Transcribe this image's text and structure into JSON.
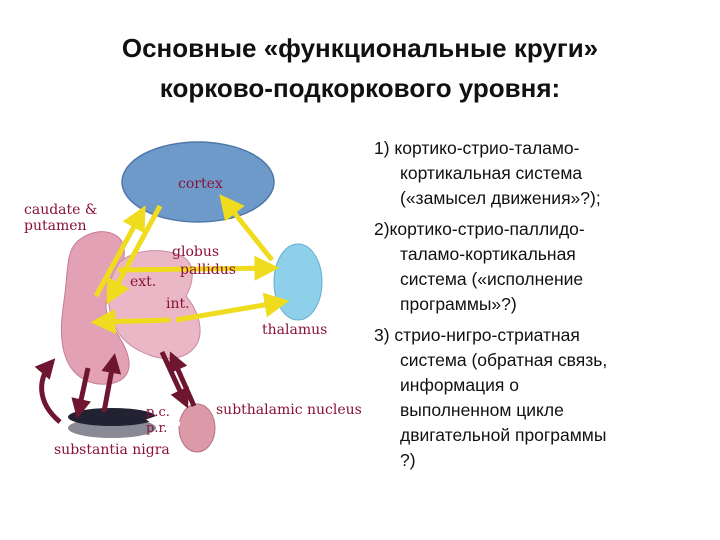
{
  "title": {
    "line1": "Основные «функциональные круги»",
    "line2": "корково-подкоркового уровня:"
  },
  "list": [
    {
      "lines": [
        "1) кортико-стрио-таламо-",
        "кортикальная система",
        "(«замысел движения»?);"
      ]
    },
    {
      "lines": [
        "2)кортико-стрио-паллидо-",
        "таламо-кортикальная",
        "система («исполнение",
        "программы»?)"
      ]
    },
    {
      "lines": [
        "3) стрио-нигро-стриатная",
        "система (обратная связь,",
        "информация о",
        "выполненном цикле",
        "двигательной программы",
        "?)"
      ]
    }
  ],
  "diagram": {
    "labels": {
      "cortex": "cortex",
      "caudate": "caudate &",
      "putamen": "putamen",
      "globus": "globus",
      "pallidus": "pallidus",
      "ext": "ext.",
      "int": "int.",
      "thalamus": "thalamus",
      "pc": "p.c.",
      "pr": "p.r.",
      "subthalamic": "subthalamic nucleus",
      "substantia": "substantia nigra"
    },
    "colors": {
      "cortex": "#6e9ac9",
      "striatum": "#e2a1b4",
      "pallidus": "#eab7c6",
      "thalamus": "#8ed0ea",
      "subthalamic": "#dc9aa8",
      "nigra_top": "#222233",
      "nigra_bottom": "#8a8a96",
      "arrow_yellow": "#f0dc1e",
      "arrow_dark": "#6e1630",
      "label": "#8a1238"
    }
  }
}
